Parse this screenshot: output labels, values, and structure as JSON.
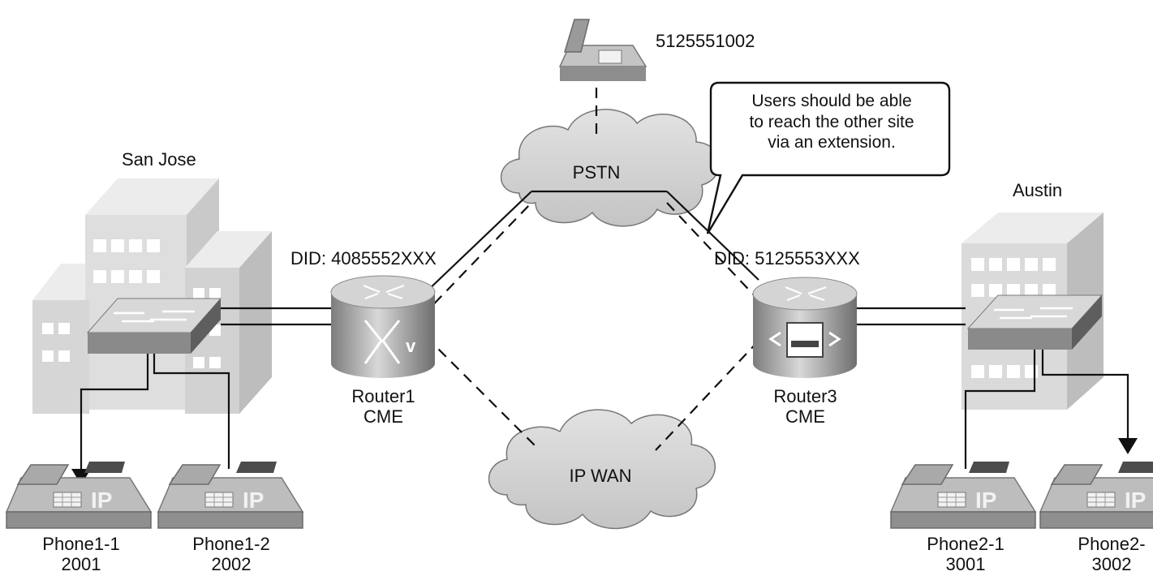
{
  "pstn_phone_number": "5125551002",
  "callout": {
    "lines": [
      "Users should be able",
      "to reach the other site",
      "via an extension."
    ]
  },
  "clouds": {
    "pstn": "PSTN",
    "ip_wan": "IP WAN"
  },
  "sites": {
    "left": {
      "name": "San Jose",
      "did": "DID: 4085552XXX",
      "router_name": "Router1",
      "router_role": "CME",
      "phones": [
        {
          "name": "Phone1-1",
          "extension": "2001"
        },
        {
          "name": "Phone1-2",
          "extension": "2002"
        }
      ]
    },
    "right": {
      "name": "Austin",
      "did": "DID: 5125553XXX",
      "router_name": "Router3",
      "router_role": "CME",
      "phones": [
        {
          "name": "Phone2-1",
          "extension": "3001"
        },
        {
          "name": "Phone2-",
          "extension": "3002"
        }
      ]
    }
  },
  "icon_names": [
    "building-icon",
    "switch-icon",
    "router-icon",
    "ip-phone-icon",
    "analog-phone-icon",
    "cloud-icon"
  ]
}
